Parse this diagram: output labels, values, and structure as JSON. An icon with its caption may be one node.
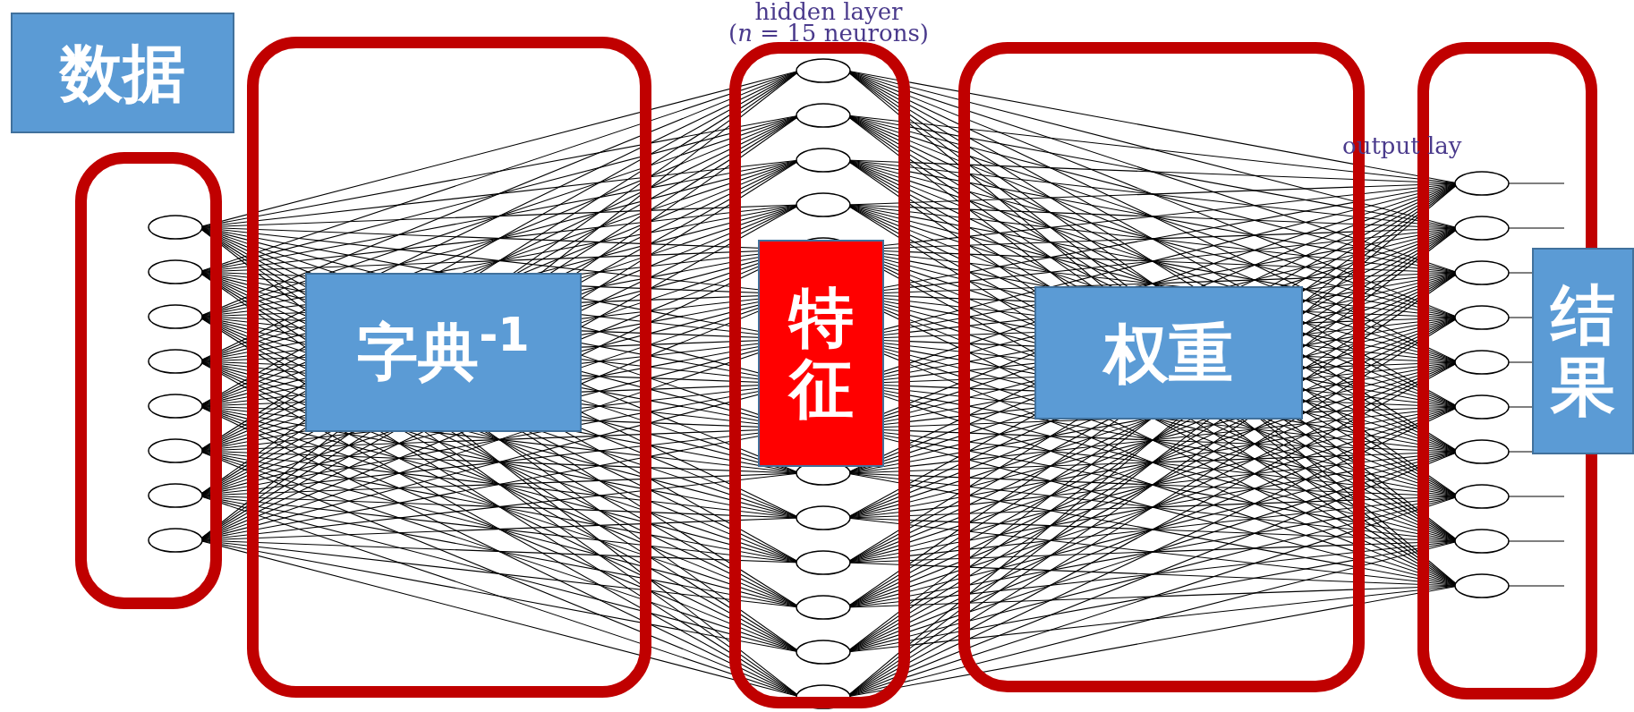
{
  "diagram": {
    "nodes": [
      {
        "text": [
          "数据"
        ]
      },
      {
        "text": [],
        "shape": "box"
      },
      {
        "text": [],
        "shape": "box"
      },
      {
        "text": [
          "字典$^{-1}$"
        ],
        "in": 2
      },
      {
        "text": [],
        "shape": "box"
      },
      {
        "text": [
          "特征"
        ],
        "in": 4
      },
      {
        "text": [],
        "shape": "box"
      },
      {
        "text": [
          "权重"
        ],
        "in": 6
      },
      {
        "text": [],
        "shape": "box"
      },
      {
        "text": [
          "结果"
        ]
      }
    ],
    "labels": [
      "hidden layer",
      "(*n* = 15 neurons)",
      "output lay"
    ]
  }
}
